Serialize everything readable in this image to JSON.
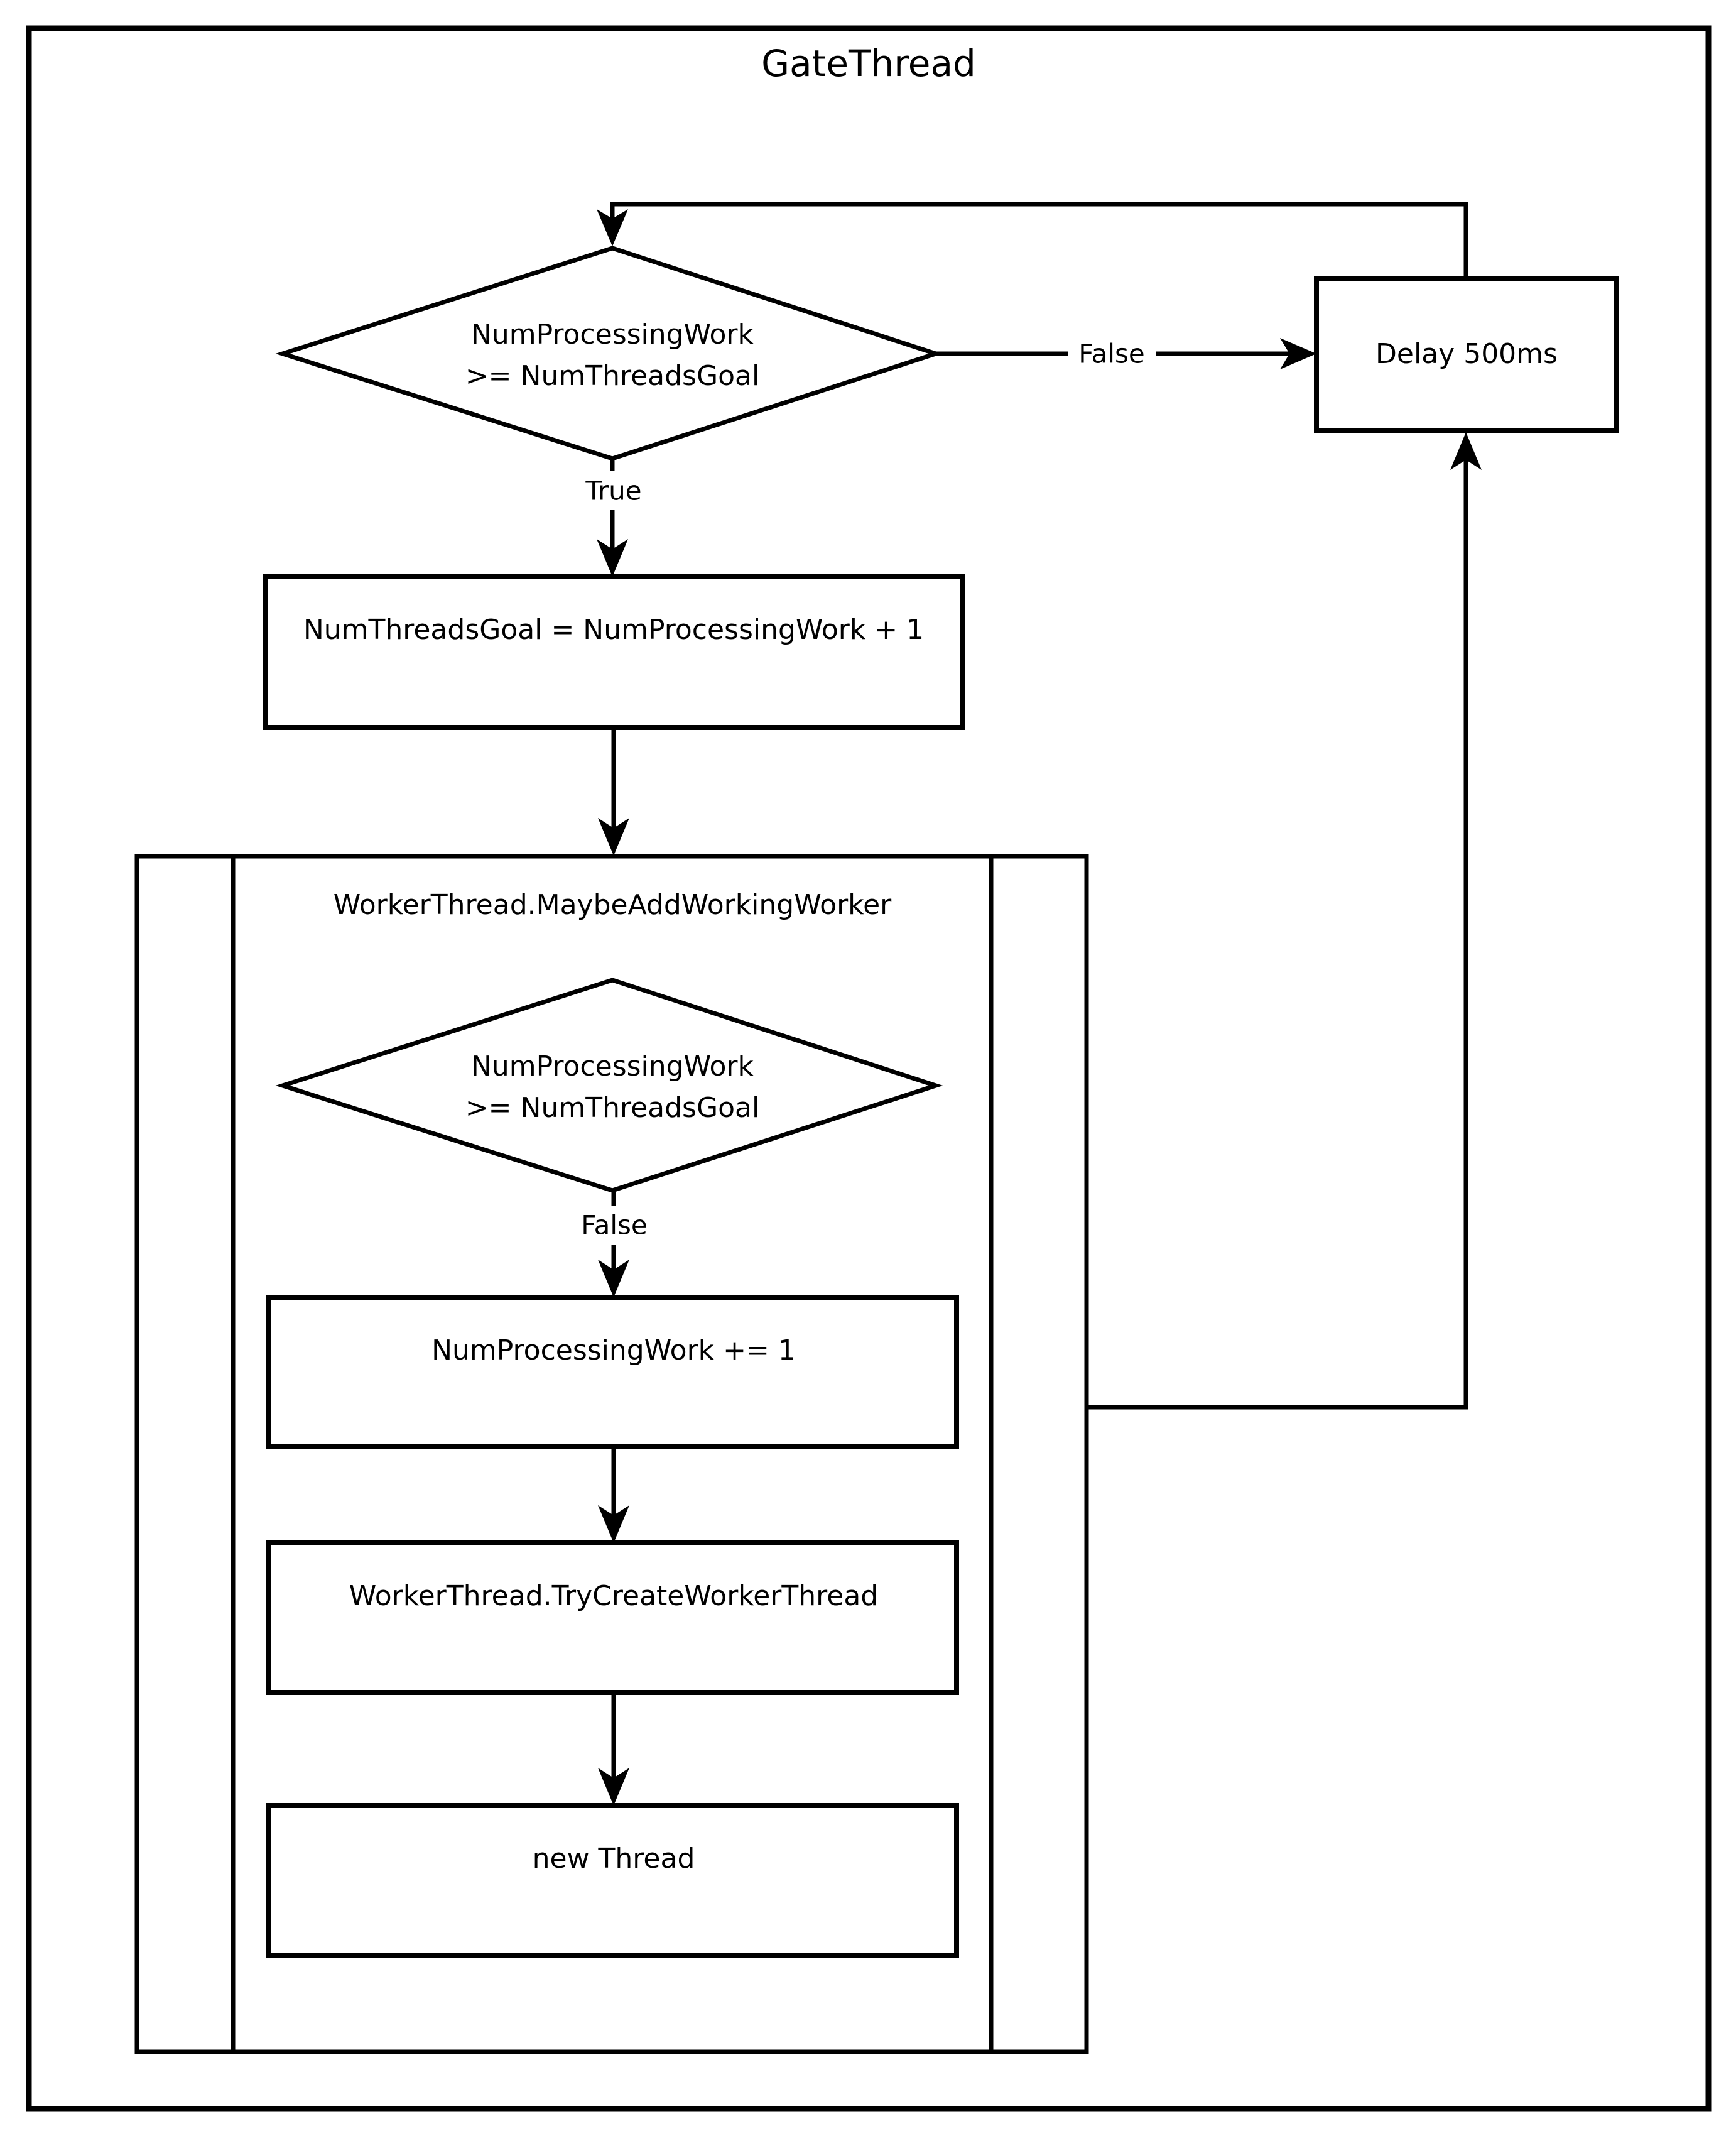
{
  "diagram": {
    "title": "GateThread",
    "frame": {
      "label": "GateThread"
    },
    "subgraph": {
      "title": "WorkerThread.MaybeAddWorkingWorker"
    },
    "nodes": {
      "decision_outer": {
        "line1": "NumProcessingWork",
        "line2": ">= NumThreadsGoal"
      },
      "delay": {
        "label": "Delay 500ms"
      },
      "set_goal": {
        "label": "NumThreadsGoal = NumProcessingWork + 1"
      },
      "decision_inner": {
        "line1": "NumProcessingWork",
        "line2": ">= NumThreadsGoal"
      },
      "inc_work": {
        "label": "NumProcessingWork  += 1"
      },
      "try_create": {
        "label": "WorkerThread.TryCreateWorkerThread"
      },
      "new_thread": {
        "label": "new Thread"
      }
    },
    "edge_labels": {
      "outer_false": "False",
      "outer_true": "True",
      "inner_false": "False"
    },
    "colors": {
      "stroke": "#000000",
      "fill": "#ffffff",
      "background": "#ffffff"
    }
  }
}
